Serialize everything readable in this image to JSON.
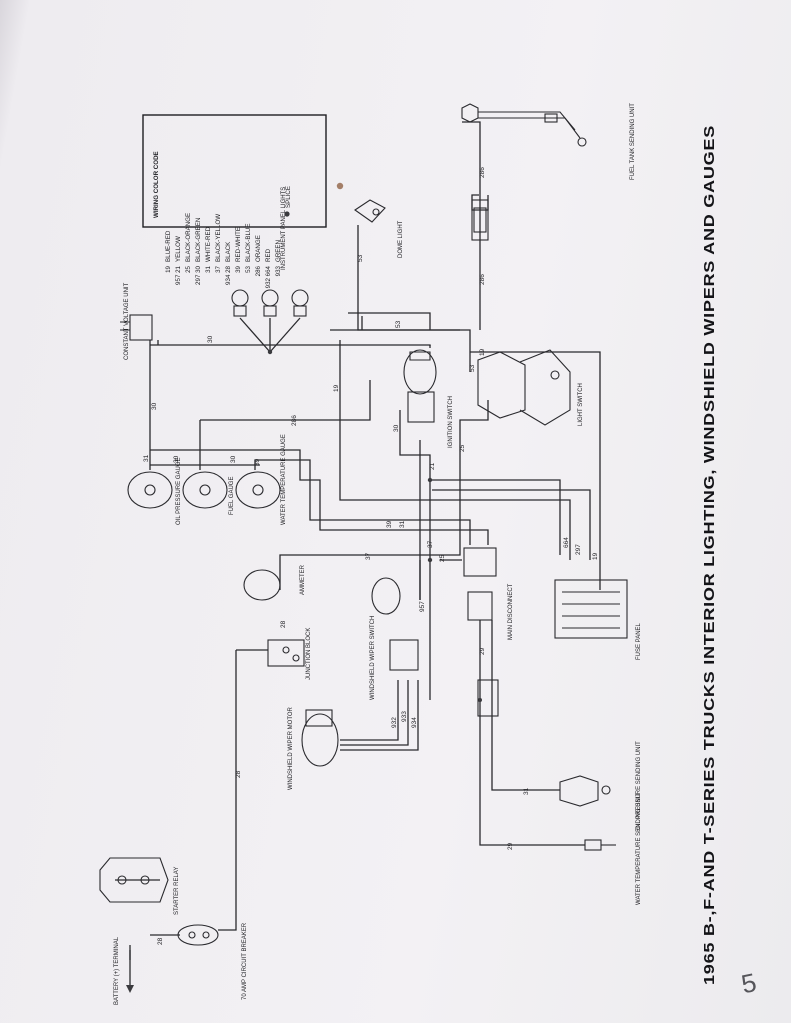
{
  "title": "1965 B-,F-AND T-SERIES TRUCKS INTERIOR LIGHTING, WINDSHIELD WIPERS AND GAUGES",
  "page_number": "5",
  "legend": {
    "header": "WIRING COLOR CODE",
    "rows": [
      {
        "code": "19",
        "color": "BLUE-RED"
      },
      {
        "code": "957 21",
        "color": "YELLOW"
      },
      {
        "code": "25",
        "color": "BLACK-ORANGE"
      },
      {
        "code": "297 30",
        "color": "BLACK-GREEN"
      },
      {
        "code": "31",
        "color": "WHITE-RED"
      },
      {
        "code": "37",
        "color": "BLACK-YELLOW"
      },
      {
        "code": "934 28",
        "color": "BLACK"
      },
      {
        "code": "39",
        "color": "RED-WHITE"
      },
      {
        "code": "53",
        "color": "BLACK-BLUE"
      },
      {
        "code": "286",
        "color": "ORANGE"
      },
      {
        "code": "932 664",
        "color": "RED"
      },
      {
        "code": "933",
        "color": "GREEN"
      }
    ],
    "splice_label": "SPLICE"
  },
  "components": {
    "fuel_tank_unit": "FUEL TANK SENDING UNIT",
    "dome_light": "DOME LIGHT",
    "panel_lights": "INSTRUMENT PANEL LIGHTS",
    "cv_unit": "CONSTANT VOLTAGE UNIT",
    "oil_gauge": "OIL PRESSURE GAUGE",
    "fuel_gauge": "FUEL GAUGE",
    "water_gauge": "WATER TEMPERATURE GAUGE",
    "ignition_switch": "IGNITION SWITCH",
    "light_switch": "LIGHT SWITCH",
    "ammeter": "AMMETER",
    "junction_block": "JUNCTION BLOCK",
    "main_disconnect": "MAIN DISCONNECT",
    "fuse_panel": "FUSE PANEL",
    "wiper_switch": "WINDSHIELD WIPER SWITCH",
    "wiper_motor": "WINDSHIELD WIPER MOTOR",
    "oil_sender": "OIL PRESSURE SENDING UNIT",
    "water_sender": "WATER TEMPERATURE SENDING UNIT",
    "starter_relay": "STARTER RELAY",
    "circuit_breaker": "70 AMP CIRCUIT BREAKER",
    "battery_terminal": "BATTERY (+) TERMINAL"
  },
  "wire_labels": {
    "w19a": "19",
    "w19b": "19",
    "w19c": "19",
    "w21": "21",
    "w25a": "25",
    "w25b": "25",
    "w28a": "28",
    "w28b": "28",
    "w28c": "28",
    "w29a": "29",
    "w29b": "29",
    "w30a": "30",
    "w30b": "30",
    "w30c": "30",
    "w30d": "30",
    "w30e": "30",
    "w31a": "31",
    "w31b": "31",
    "w31c": "31",
    "w37a": "37",
    "w37b": "37",
    "w39a": "39",
    "w39b": "39",
    "w53a": "53",
    "w53b": "53",
    "w53c": "53",
    "w286a": "286",
    "w286b": "286",
    "w286c": "286",
    "w297": "297",
    "w664": "664",
    "w932": "932",
    "w933": "933",
    "w934": "934",
    "w957": "957"
  }
}
